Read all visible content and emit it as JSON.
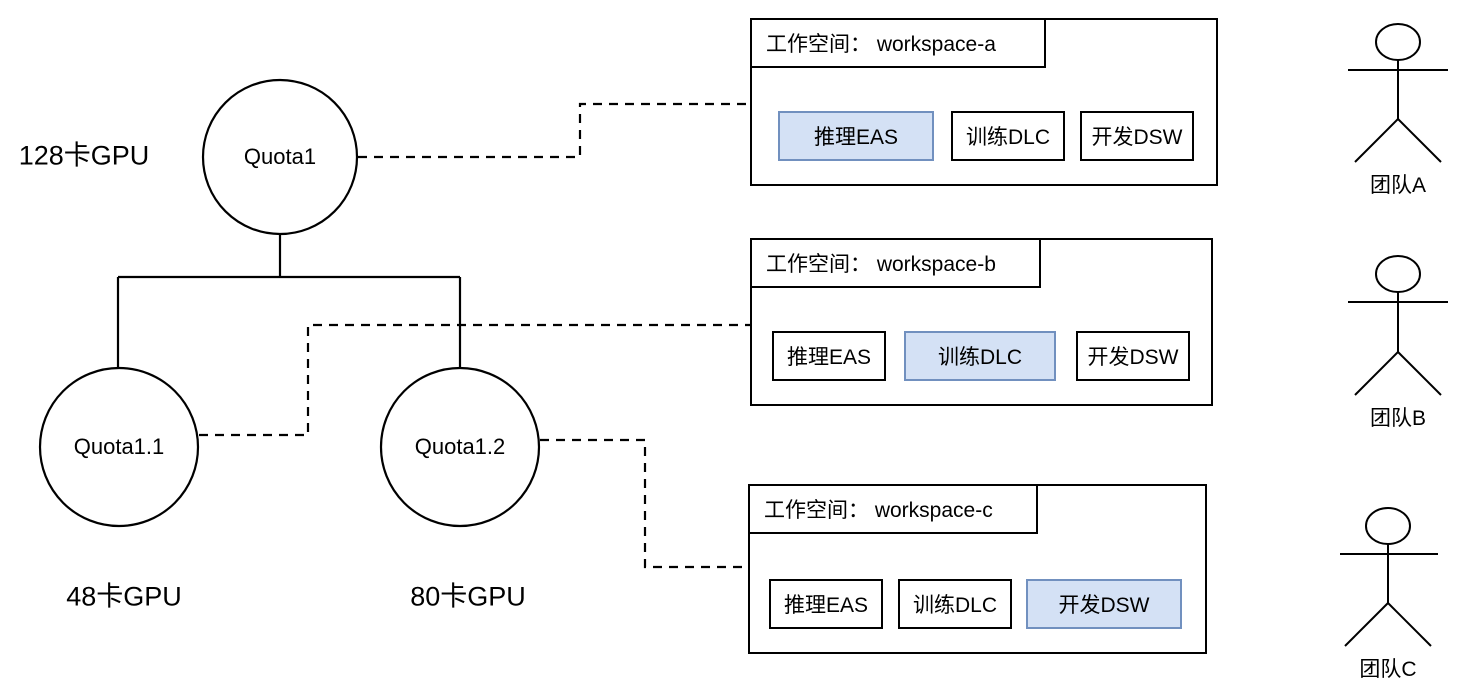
{
  "diagram": {
    "title": "GPU Quota to Workspace allocation diagram",
    "accent_fill": "#d4e1f5",
    "accent_stroke": "#7190bf",
    "line_color": "#000000"
  },
  "quotas": [
    {
      "id": "quota1",
      "label": "Quota1",
      "gpu_label": "128卡GPU"
    },
    {
      "id": "quota1_1",
      "label": "Quota1.1",
      "gpu_label": "48卡GPU"
    },
    {
      "id": "quota1_2",
      "label": "Quota1.2",
      "gpu_label": "80卡GPU"
    }
  ],
  "workspaces": [
    {
      "id": "workspace-a",
      "title": "工作空间： workspace-a",
      "services": [
        {
          "label": "推理EAS",
          "highlighted": true
        },
        {
          "label": "训练DLC",
          "highlighted": false
        },
        {
          "label": "开发DSW",
          "highlighted": false
        }
      ]
    },
    {
      "id": "workspace-b",
      "title": "工作空间： workspace-b",
      "services": [
        {
          "label": "推理EAS",
          "highlighted": false
        },
        {
          "label": "训练DLC",
          "highlighted": true
        },
        {
          "label": "开发DSW",
          "highlighted": false
        }
      ]
    },
    {
      "id": "workspace-c",
      "title": "工作空间： workspace-c",
      "services": [
        {
          "label": "推理EAS",
          "highlighted": false
        },
        {
          "label": "训练DLC",
          "highlighted": false
        },
        {
          "label": "开发DSW",
          "highlighted": true
        }
      ]
    }
  ],
  "teams": [
    {
      "id": "team-a",
      "label": "团队A"
    },
    {
      "id": "team-b",
      "label": "团队B"
    },
    {
      "id": "team-c",
      "label": "团队C"
    }
  ]
}
